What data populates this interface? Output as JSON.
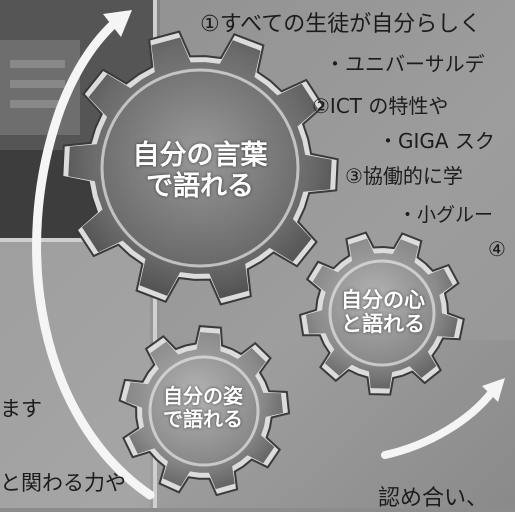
{
  "colors": {
    "background": "#8c8c8c",
    "gear_large": "#6f6f6f",
    "gear_small": "#8a8a8a",
    "gear_ring": "#e6e6e6",
    "arrow": "#f5f5f5",
    "text": "#1c1c1c"
  },
  "icons": [
    "large-gear-icon",
    "medium-gear-icon",
    "small-gear-icon",
    "curved-arrow-icon"
  ],
  "gears": [
    {
      "line1": "自分の言葉",
      "line2": "で語れる"
    },
    {
      "line1": "自分の心",
      "line2": "と語れる"
    },
    {
      "line1": "自分の姿",
      "line2": "で語れる"
    }
  ],
  "right_text": [
    "①すべての生徒が自分らしく",
    "・ユニバーサルデ",
    "②ICT の特性や",
    "・GIGA スク",
    "③協働的に学",
    "・小グルー",
    "④"
  ],
  "left_text": [
    "ます",
    "と関わる力や"
  ],
  "bottom_text": "認め合い、"
}
